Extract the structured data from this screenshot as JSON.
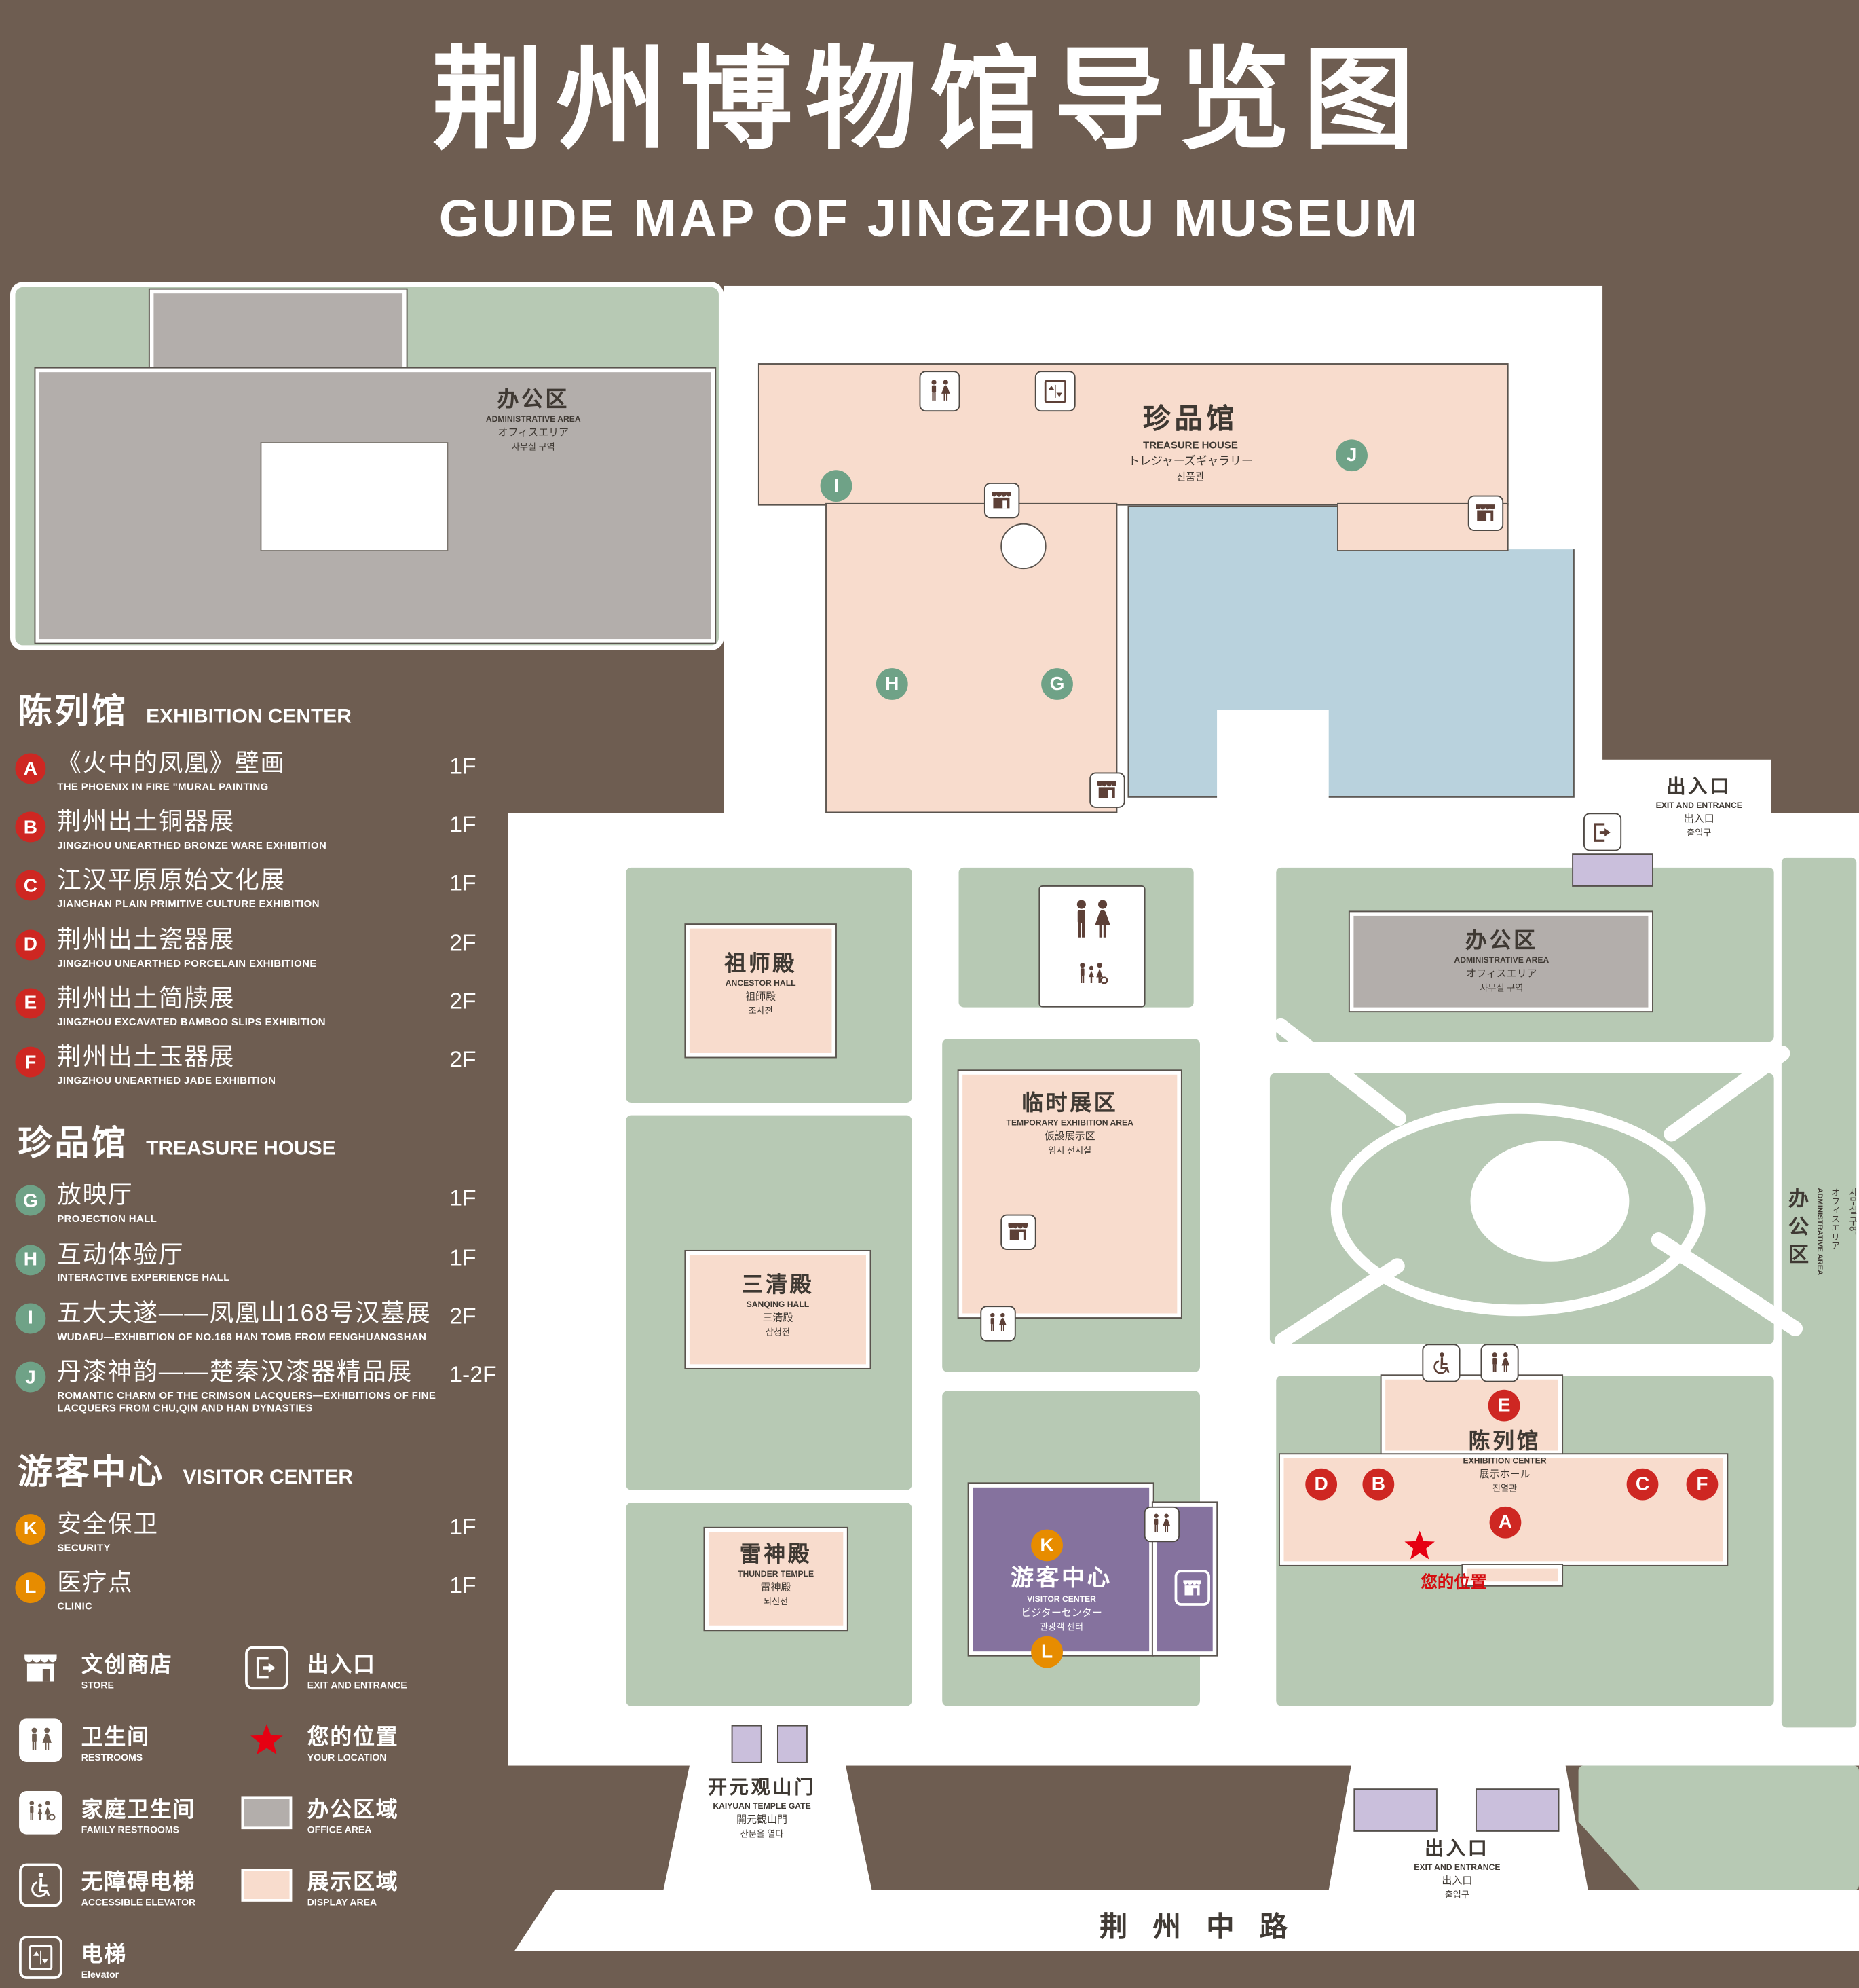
{
  "title": {
    "zh": "荆州博物馆导览图",
    "en": "GUIDE MAP OF JINGZHOU MUSEUM"
  },
  "legend": {
    "sections": [
      {
        "zh": "陈列馆",
        "en": "EXHIBITION CENTER",
        "items": [
          {
            "letter": "A",
            "zh": "《火中的凤凰》壁画",
            "en": "THE PHOENIX IN FIRE \"MURAL PAINTING",
            "floor": "1F"
          },
          {
            "letter": "B",
            "zh": "荆州出土铜器展",
            "en": "JINGZHOU UNEARTHED BRONZE WARE EXHIBITION",
            "floor": "1F"
          },
          {
            "letter": "C",
            "zh": "江汉平原原始文化展",
            "en": "JIANGHAN PLAIN PRIMITIVE CULTURE EXHIBITION",
            "floor": "1F"
          },
          {
            "letter": "D",
            "zh": "荆州出土瓷器展",
            "en": "JINGZHOU UNEARTHED PORCELAIN EXHIBITIONE",
            "floor": "2F"
          },
          {
            "letter": "E",
            "zh": "荆州出土简牍展",
            "en": "JINGZHOU EXCAVATED BAMBOO SLIPS EXHIBITION",
            "floor": "2F"
          },
          {
            "letter": "F",
            "zh": "荆州出土玉器展",
            "en": "JINGZHOU UNEARTHED JADE EXHIBITION",
            "floor": "2F"
          }
        ]
      },
      {
        "zh": "珍品馆",
        "en": "TREASURE HOUSE",
        "items": [
          {
            "letter": "G",
            "zh": "放映厅",
            "en": "PROJECTION HALL",
            "floor": "1F"
          },
          {
            "letter": "H",
            "zh": "互动体验厅",
            "en": "INTERACTIVE EXPERIENCE HALL",
            "floor": "1F"
          },
          {
            "letter": "I",
            "zh": "五大夫遂——凤凰山168号汉墓展",
            "en": "WUDAFU—EXHIBITION OF NO.168 HAN TOMB FROM FENGHUANGSHAN",
            "floor": "2F"
          },
          {
            "letter": "J",
            "zh": "丹漆神韵——楚秦汉漆器精品展",
            "en": "ROMANTIC CHARM OF THE CRIMSON LACQUERS—EXHIBITIONS OF FINE LACQUERS FROM CHU,QIN AND HAN DYNASTIES",
            "floor": "1-2F"
          }
        ]
      },
      {
        "zh": "游客中心",
        "en": "VISITOR CENTER",
        "items": [
          {
            "letter": "K",
            "zh": "安全保卫",
            "en": "SECURITY",
            "floor": "1F"
          },
          {
            "letter": "L",
            "zh": "医疗点",
            "en": "CLINIC",
            "floor": "1F"
          }
        ]
      }
    ],
    "symbols": [
      {
        "zh": "文创商店",
        "en": "STORE",
        "icon": "store-icon"
      },
      {
        "zh": "出入口",
        "en": "EXIT AND ENTRANCE",
        "icon": "exit-icon"
      },
      {
        "zh": "卫生间",
        "en": "RESTROOMS",
        "icon": "restroom-icon"
      },
      {
        "zh": "您的位置",
        "en": "YOUR LOCATION",
        "icon": "location-star-icon"
      },
      {
        "zh": "家庭卫生间",
        "en": "FAMILY RESTROOMS",
        "icon": "family-restroom-icon"
      },
      {
        "zh": "办公区域",
        "en": "OFFICE AREA",
        "icon": "office-area-swatch"
      },
      {
        "zh": "无障碍电梯",
        "en": "ACCESSIBLE ELEVATOR",
        "icon": "accessible-elevator-icon"
      },
      {
        "zh": "展示区域",
        "en": "DISPLAY AREA",
        "icon": "display-area-swatch"
      },
      {
        "zh": "电梯",
        "en": "Elevator",
        "icon": "elevator-icon"
      }
    ]
  },
  "map": {
    "buildings": {
      "admin_top": {
        "zh": "办公区",
        "en": "ADMINISTRATIVE AREA",
        "ja": "オフィスエリア",
        "ko": "사무실 구역"
      },
      "treasure": {
        "zh": "珍品馆",
        "en": "TREASURE HOUSE",
        "ja": "トレジャーズギャラリー",
        "ko": "진품관"
      },
      "ancestor": {
        "zh": "祖师殿",
        "en": "ANCESTOR HALL",
        "ja": "祖師殿",
        "ko": "조사전"
      },
      "temporary": {
        "zh": "临时展区",
        "en": "TEMPORARY EXHIBITION AREA",
        "ja": "仮設展示区",
        "ko": "임시 전시실"
      },
      "sanqing": {
        "zh": "三清殿",
        "en": "SANQING HALL",
        "ja": "三清殿",
        "ko": "삼청전"
      },
      "thunder": {
        "zh": "雷神殿",
        "en": "THUNDER TEMPLE",
        "ja": "雷神殿",
        "ko": "뇌신전"
      },
      "visitor": {
        "zh": "游客中心",
        "en": "VISITOR CENTER",
        "ja": "ビジターセンター",
        "ko": "관광객 센터"
      },
      "exhibition": {
        "zh": "陈列馆",
        "en": "EXHIBITION CENTER",
        "ja": "展示ホール",
        "ko": "진열관"
      },
      "admin_campus": {
        "zh": "办公区",
        "en": "ADMINISTRATIVE AREA",
        "ja": "オフィスエリア",
        "ko": "사무실 구역"
      },
      "admin_strip": {
        "zh": "办公区",
        "en": "ADMINISTRATIVE AREA",
        "ja": "オフィスエリア",
        "ko": "사무실 구역"
      },
      "gate": {
        "zh": "开元观山门",
        "en": "KAIYUAN TEMPLE GATE",
        "ja": "開元観山門",
        "ko": "산문을 열다"
      },
      "exit_top": {
        "zh": "出入口",
        "en": "EXIT AND ENTRANCE",
        "ja": "出入口",
        "ko": "출입구"
      },
      "exit_bottom": {
        "zh": "出入口",
        "en": "EXIT AND ENTRANCE",
        "ja": "出入口",
        "ko": "출입구"
      },
      "road": {
        "zh": "荆州中路"
      },
      "your_location": {
        "zh": "您的位置"
      }
    },
    "colors": {
      "background": "#6e5d51",
      "lawn": "#b7c9b4",
      "display_area": "#f8dccd",
      "office_area": "#b3aeab",
      "visitor_center": "#85729e",
      "entrance_block": "#cabfdc",
      "pond": "#b9d2dd",
      "marker_red": "#ce2722",
      "marker_green": "#6fa287",
      "marker_orange": "#e78c00",
      "icon_brown": "#5d4037",
      "location_red": "#e60012"
    }
  }
}
